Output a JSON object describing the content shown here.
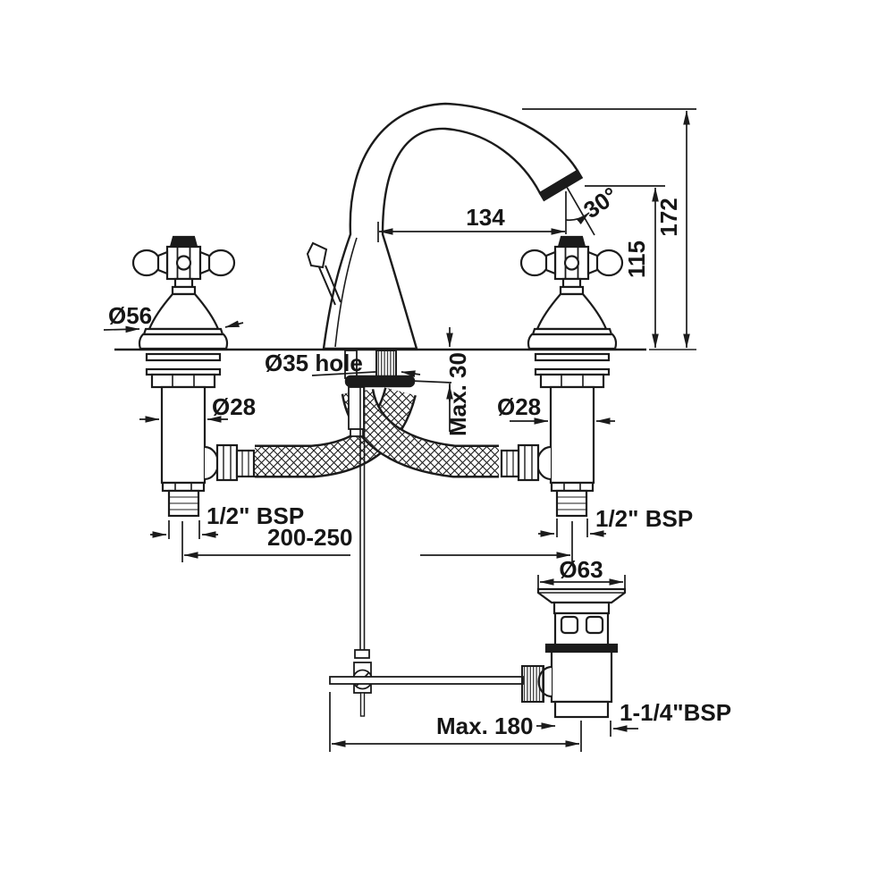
{
  "drawing": {
    "type": "technical-dimension-drawing",
    "subject": "3-hole basin mixer tap with cross handles, flexible hoses and pop-up waste",
    "colors": {
      "line": "#1b1b1b",
      "background": "#ffffff"
    },
    "labels": {
      "spout_reach": "134",
      "spout_angle": "30°",
      "total_height": "172",
      "spout_outlet_height": "115",
      "handle_base_diameter": "Ø56",
      "deck_hole_note": "Ø35 hole",
      "max_deck_thickness": "Max. 30",
      "valve_body_diameter_left": "Ø28",
      "valve_body_diameter_right": "Ø28",
      "valve_thread_left": "1/2\" BSP",
      "valve_thread_right": "1/2\" BSP",
      "hole_spacing_range": "200-250",
      "waste_flange_diameter": "Ø63",
      "max_rod_length": "Max. 180",
      "waste_thread": "1-1/4\"BSP"
    }
  }
}
